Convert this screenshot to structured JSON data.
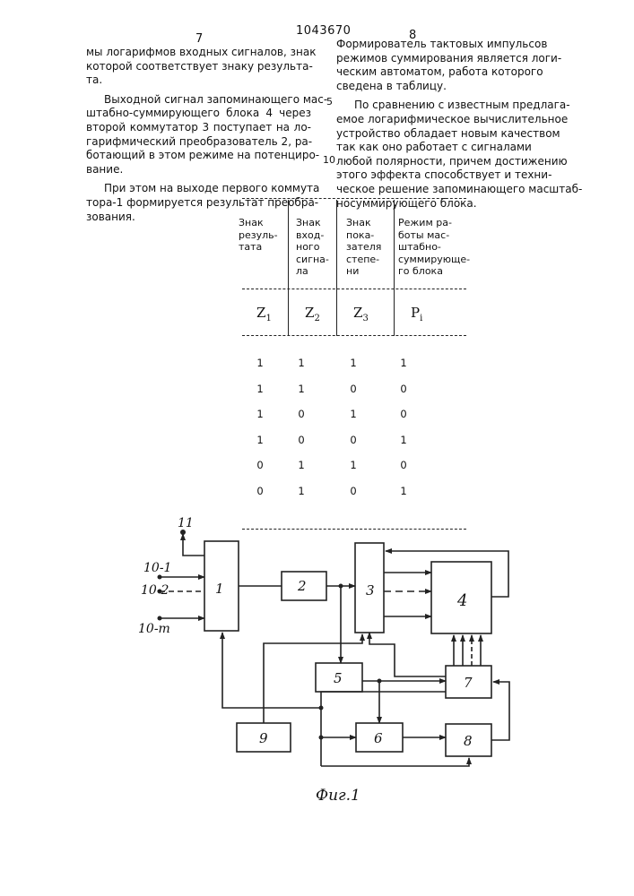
{
  "header": {
    "page_left": "7",
    "patent_number": "1043670",
    "page_right": "8"
  },
  "left_column": {
    "paragraphs": [
      [
        "мы логарифмов входных сигналов, знак",
        "которой соответствует знаку результа-",
        "та."
      ],
      [
        "Выходной сигнал запоминающего мас-",
        "штабно-суммирующего блока 4 через",
        "второй коммутатор 3 поступает на ло-",
        "гарифмический преобразователь 2, ра-",
        "ботающий в этом режиме на потенциро-",
        "вание."
      ],
      [
        "При этом на выходе первого коммута",
        "тора-1 формируется результат преобра-",
        "зования."
      ]
    ]
  },
  "right_column": {
    "paragraphs": [
      [
        "Формирователь тактовых импульсов",
        "режимов суммирования является логи-",
        "ческим автоматом, работа которого",
        "сведена в таблицу."
      ],
      [
        "По сравнению с известным предлага-",
        "емое логарифмическое вычислительное",
        "устройство обладает новым качеством",
        "так как оно работает с сигналами",
        "любой полярности, причем достижению",
        "этого эффекта способствует и техни-",
        "ческое решение запоминающего масштаб-",
        "носуммирующего блока."
      ]
    ]
  },
  "line_numbers": {
    "n5": "5",
    "n10": "10"
  },
  "table": {
    "headers": [
      [
        "Знак",
        "резуль-",
        "тата"
      ],
      [
        "Знак",
        "вход-",
        "ного",
        "сигна-",
        "ла"
      ],
      [
        "Знак",
        "пока-",
        "зателя",
        "степе-",
        "ни"
      ],
      [
        "Режим ра-",
        "боты мас-",
        "штабно-",
        "суммирующе-",
        "го блока"
      ]
    ],
    "symbols": [
      {
        "base": "Z",
        "sub": "1"
      },
      {
        "base": "Z",
        "sub": "2"
      },
      {
        "base": "Z",
        "sub": "3"
      },
      {
        "base": "P",
        "sub": "i"
      }
    ],
    "rows": [
      [
        "1",
        "1",
        "1",
        "1"
      ],
      [
        "1",
        "1",
        "0",
        "0"
      ],
      [
        "1",
        "0",
        "1",
        "0"
      ],
      [
        "1",
        "0",
        "0",
        "1"
      ],
      [
        "0",
        "1",
        "1",
        "0"
      ],
      [
        "0",
        "1",
        "0",
        "1"
      ]
    ]
  },
  "diagram": {
    "blocks": [
      "1",
      "2",
      "3",
      "4",
      "5",
      "6",
      "7",
      "8",
      "9"
    ],
    "labels": {
      "out": "11",
      "in1": "10-1",
      "in2": "10-2",
      "inm": "10-m"
    },
    "caption": "Фиг.1"
  }
}
